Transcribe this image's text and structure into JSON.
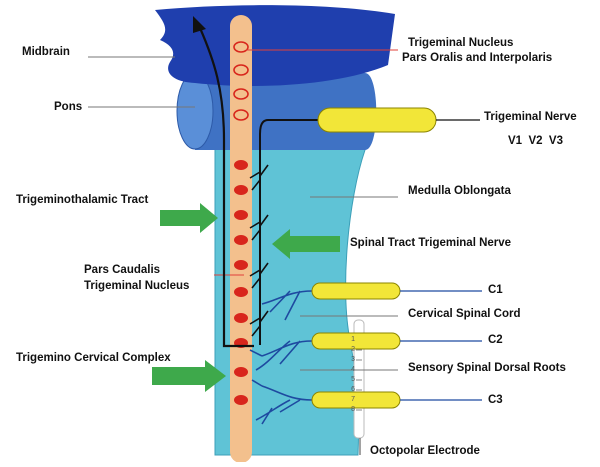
{
  "labels": {
    "midbrain": "Midbrain",
    "pons": "Pons",
    "trigeminal_nucleus_line1": "Trigeminal Nucleus",
    "trigeminal_nucleus_line2": "Pars Oralis and Interpolaris",
    "trigeminal_nerve": "Trigeminal Nerve",
    "v_branches": "V1  V2  V3",
    "medulla": "Medulla Oblongata",
    "trigeminothalamic": "Trigeminothalamic Tract",
    "spinal_tract": "Spinal Tract Trigeminal Nerve",
    "pars_caudalis_line1": "Pars Caudalis",
    "pars_caudalis_line2": "Trigeminal Nucleus",
    "c1": "C1",
    "cervical_cord": "Cervical Spinal Cord",
    "c2": "C2",
    "tcc": "Trigemino Cervical Complex",
    "dorsal_roots": "Sensory Spinal Dorsal Roots",
    "c3": "C3",
    "electrode": "Octopolar Electrode",
    "electrode_contacts": [
      "1",
      "2",
      "3",
      "4",
      "5",
      "6",
      "7",
      "8"
    ]
  },
  "colors": {
    "midbrain": "#1f3fae",
    "pons": "#3f72c4",
    "medulla": "#5fc3d6",
    "nucleus": "#f3c08d",
    "nucleus_dot": "#d8261c",
    "nerve_bundle": "#f2e638",
    "arrow_green": "#3ea94b",
    "leader_red": "#e0403a"
  }
}
